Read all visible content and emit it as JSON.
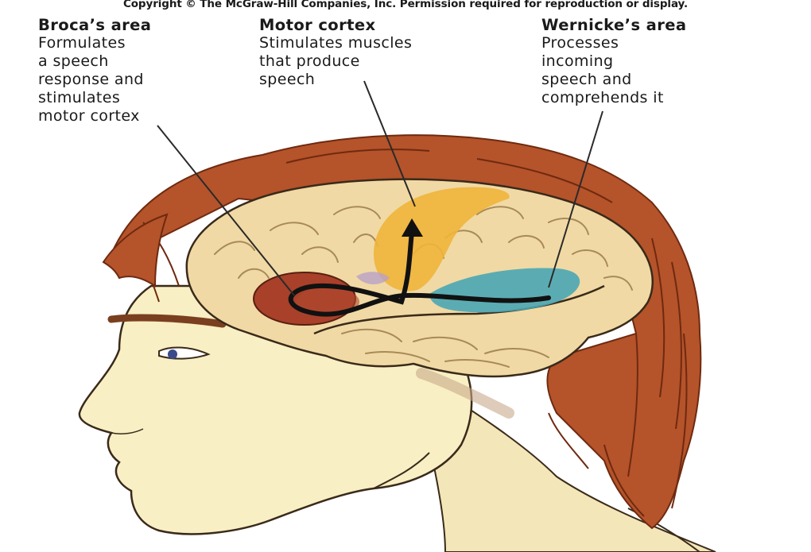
{
  "copyright": "Copyright © The McGraw-Hill Companies, Inc. Permission required for reproduction or display.",
  "labels": {
    "broca": {
      "title": "Broca’s area",
      "lines": [
        "Formulates",
        "a speech",
        "response and",
        "stimulates",
        "motor cortex"
      ]
    },
    "motor": {
      "title": "Motor cortex",
      "lines": [
        "Stimulates muscles",
        "that produce",
        "speech"
      ]
    },
    "wernicke": {
      "title": "Wernicke’s area",
      "lines": [
        "Processes",
        "incoming",
        "speech and",
        "comprehends it"
      ]
    }
  },
  "colors": {
    "hair": "#b5532a",
    "hair_dark": "#7a2e12",
    "skin": "#f8efc4",
    "brain": "#f0d9a4",
    "broca": "#a8402a",
    "motor": "#efb43a",
    "wernicke": "#4aa6b4",
    "pathway": "#111111",
    "outline": "#3a2a1a"
  }
}
